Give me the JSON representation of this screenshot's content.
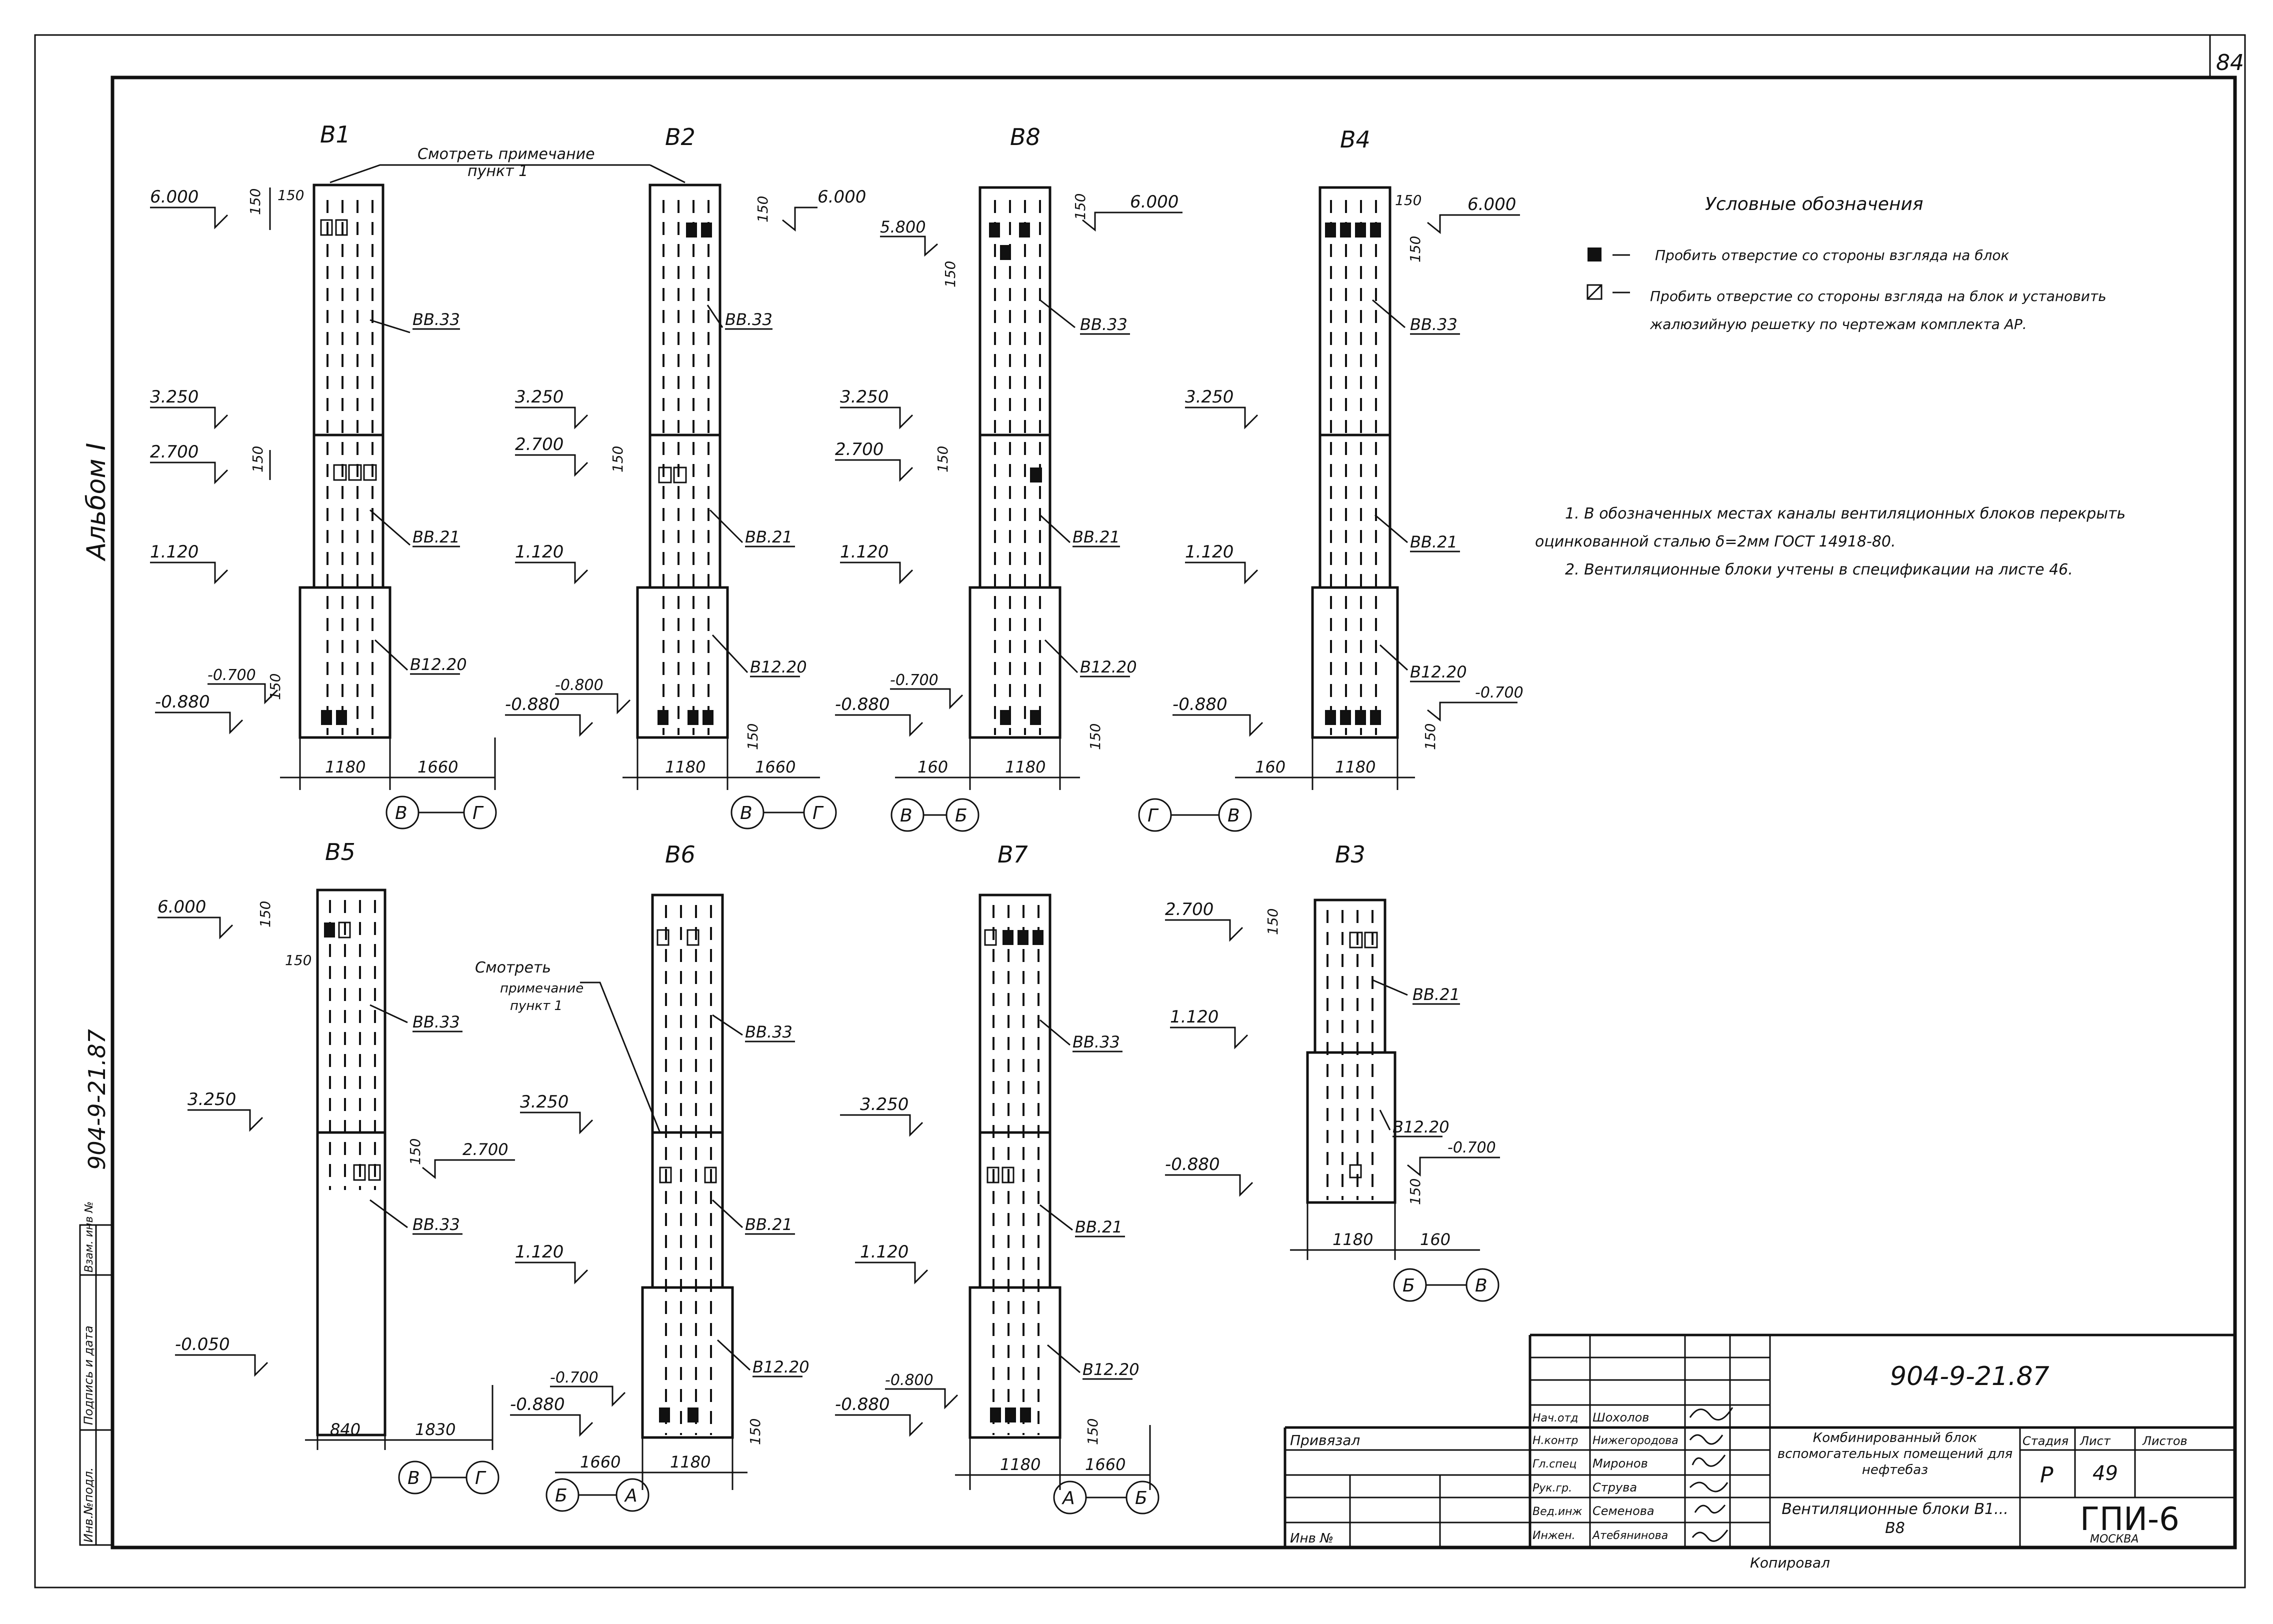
{
  "page_number": "84",
  "album": "Альбом I",
  "side_code": "904-9-21.87",
  "side_stamp": [
    "Инв.№подл.",
    "Подпись и дата",
    "Взам. инв №"
  ],
  "legend": {
    "title": "Условные обозначения",
    "items": [
      {
        "symbol": "filled",
        "text": "Пробить отверстие со стороны взгляда на блок"
      },
      {
        "symbol": "hatched",
        "text": "Пробить отверстие со стороны взгляда на блок и установить жалюзийную решетку по чертежам комплекта АР."
      }
    ]
  },
  "notes": [
    "1. В обозначенных местах каналы вентиляционных блоков перекрыть оцинкованной сталью δ=2мм ГОСТ 14918-80.",
    "2. Вентиляционные блоки учтены в спецификации на листе 46."
  ],
  "blocks": {
    "b1": {
      "title": "В1",
      "note_label": [
        "Смотреть примечание",
        "пункт 1"
      ],
      "levels": [
        "6.000",
        "3.250",
        "2.700",
        "1.120",
        "-0.700",
        "-0.880"
      ],
      "dims": [
        "150",
        "150",
        "150",
        "150"
      ],
      "units": [
        "ВВ.33",
        "ВВ.21",
        "В12.20"
      ],
      "bottom_dims": [
        "1180",
        "1660"
      ],
      "axes": [
        "В",
        "Г"
      ]
    },
    "b2": {
      "title": "В2",
      "levels": [
        "6.000",
        "3.250",
        "2.700",
        "1.120",
        "-0.800",
        "-0.880"
      ],
      "dims": [
        "150",
        "150",
        "150"
      ],
      "units": [
        "ВВ.33",
        "ВВ.21",
        "В12.20"
      ],
      "bottom_dims": [
        "1180",
        "1660"
      ],
      "axes": [
        "В",
        "Г"
      ]
    },
    "b3": {
      "title": "В8",
      "levels": [
        "5.800",
        "6.000",
        "3.250",
        "2.700",
        "1.120",
        "-0.700",
        "-0.880"
      ],
      "dims": [
        "150",
        "150",
        "150",
        "150"
      ],
      "units": [
        "ВВ.33",
        "ВВ.21",
        "В12.20"
      ],
      "bottom_dims": [
        "160",
        "1180"
      ],
      "axes": [
        "В",
        "Б"
      ]
    },
    "b4": {
      "title": "В4",
      "levels": [
        "6.000",
        "3.250",
        "1.120",
        "-0.880",
        "-0.700"
      ],
      "dims": [
        "150",
        "150",
        "150"
      ],
      "units": [
        "ВВ.33",
        "ВВ.21",
        "В12.20"
      ],
      "bottom_dims": [
        "160",
        "1180"
      ],
      "axes": [
        "Г",
        "В"
      ]
    },
    "b5": {
      "title": "В5",
      "levels": [
        "6.000",
        "3.250",
        "2.700",
        "-0.050"
      ],
      "dims": [
        "150",
        "150",
        "150"
      ],
      "units": [
        "ВВ.33",
        "ВВ.33"
      ],
      "bottom_dims": [
        "840",
        "1830"
      ],
      "axes": [
        "В",
        "Г"
      ]
    },
    "b6": {
      "title": "В6",
      "note_label": [
        "Смотреть",
        "примечание",
        "пункт 1"
      ],
      "levels": [
        "3.250",
        "1.120",
        "-0.700",
        "-0.880"
      ],
      "dims": [
        "150"
      ],
      "units": [
        "ВВ.33",
        "ВВ.21",
        "В12.20"
      ],
      "bottom_dims": [
        "1660",
        "1180"
      ],
      "axes": [
        "Б",
        "А"
      ]
    },
    "b7": {
      "title": "В7",
      "levels": [
        "3.250",
        "1.120",
        "-0.800",
        "-0.880"
      ],
      "dims": [
        "150",
        "1660"
      ],
      "units": [
        "ВВ.33",
        "ВВ.21",
        "В12.20"
      ],
      "bottom_dims": [
        "1180"
      ],
      "axes": [
        "А",
        "Б"
      ]
    },
    "b8": {
      "title": "В3",
      "levels": [
        "2.700",
        "1.120",
        "-0.880",
        "-0.700"
      ],
      "dims": [
        "150",
        "150"
      ],
      "units": [
        "ВВ.21",
        "В12.20"
      ],
      "bottom_dims": [
        "1180",
        "160"
      ],
      "axes": [
        "Б",
        "В"
      ]
    }
  },
  "title_block": {
    "code": "904-9-21.87",
    "privyazal": "Привязал",
    "inv": "Инв №",
    "roles": [
      "Нач.отд",
      "Н.контр",
      "Гл.спец",
      "Рук.гр.",
      "Вед.инж",
      "Инжен."
    ],
    "names": [
      "Шохолов",
      "Нижегородова",
      "Миронов",
      "Струва",
      "Семенова",
      "Атебянинова"
    ],
    "project": "Комбинированный блок вспомогательных помещений для нефтебаз",
    "sheet_title": "Вентиляционные блоки В1... В8",
    "stage_label": "Стадия",
    "sheet_label": "Лист",
    "sheets_label": "Листов",
    "stage": "Р",
    "sheet": "49",
    "org": "ГПИ-6",
    "city": "МОСКВА",
    "copied": "Копировал"
  }
}
